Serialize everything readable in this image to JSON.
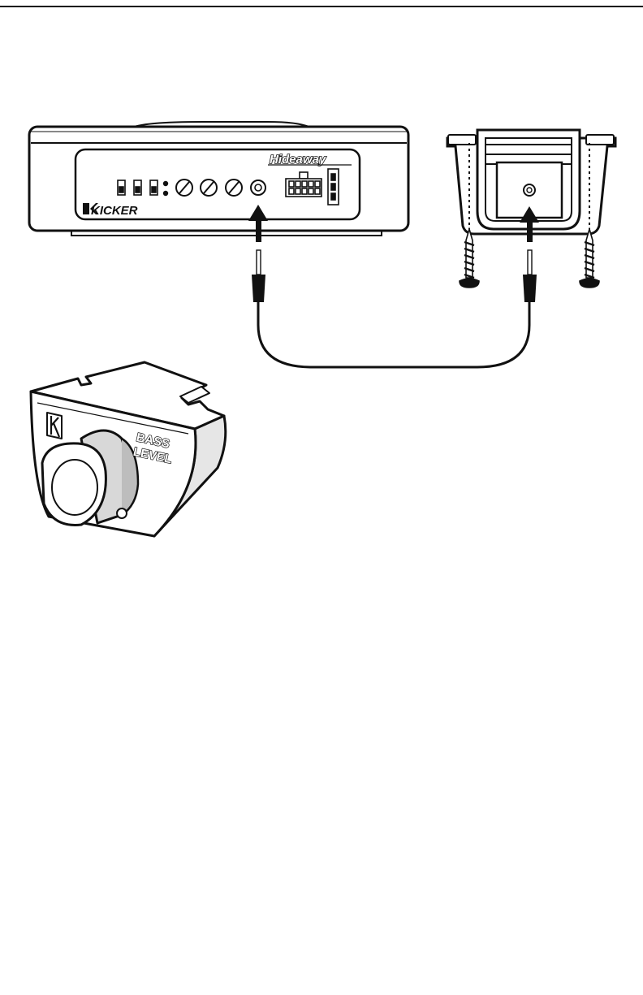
{
  "diagram": {
    "amplifier": {
      "brand_text": "KICKER",
      "model_text": "Hideaway"
    },
    "remote": {
      "label_line1": "BASS",
      "label_line2": "LEVEL"
    }
  },
  "colors": {
    "ink": "#111111",
    "paper": "#ffffff",
    "shade": "#e6e6e6",
    "dark": "#2a2a2a"
  },
  "icons": [
    "kicker-logo-icon",
    "hideaway-logo-icon",
    "arrow-up-icon",
    "screw-icon",
    "k-logo-icon"
  ]
}
